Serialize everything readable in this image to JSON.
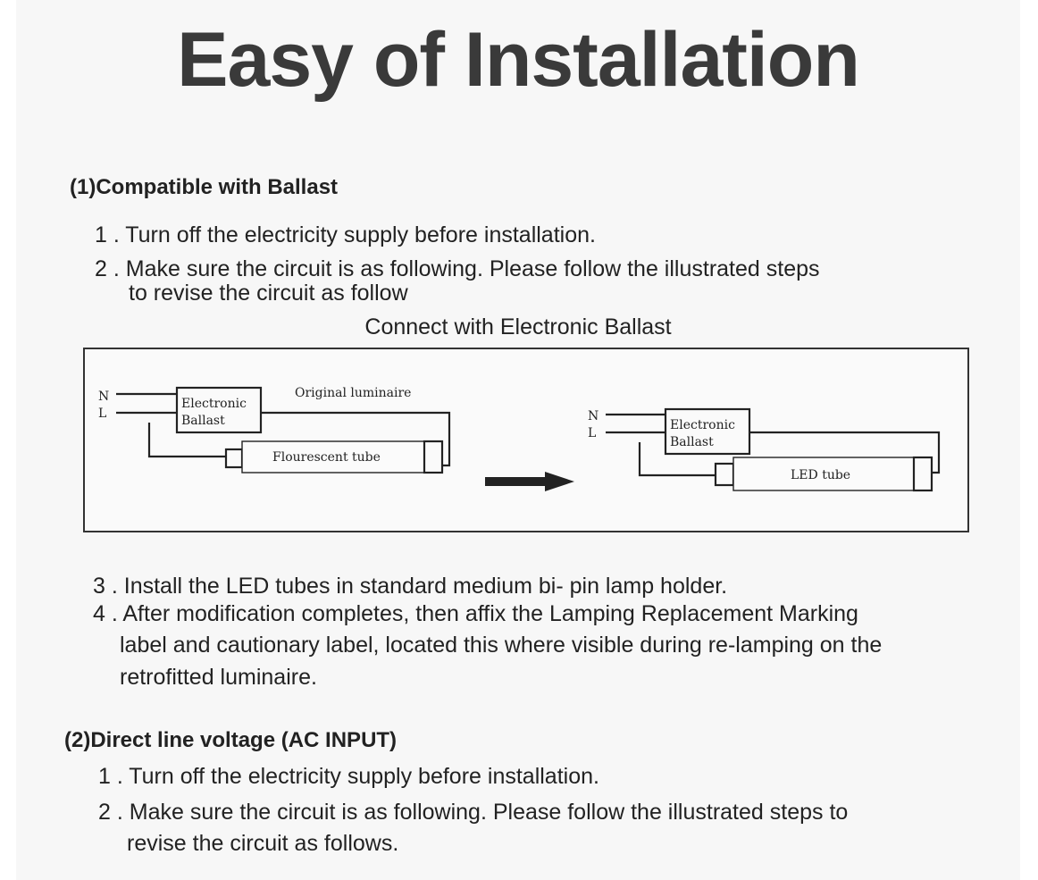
{
  "title": "Easy of Installation",
  "section1": {
    "heading": "(1)Compatible with Ballast",
    "steps": [
      {
        "num": "1 .",
        "text": "Turn off  the electricity supply before installation."
      },
      {
        "num": "2 .",
        "line1": "Make sure the circuit is as following.  Please follow the illustrated steps",
        "line2": "to revise the  circuit as follow"
      }
    ],
    "diagram_title": "Connect with Electronic Ballast",
    "diagram": {
      "before": {
        "n_label": "N",
        "l_label": "L",
        "ballast_line1": "Electronic",
        "ballast_line2": "Ballast",
        "luminaire_label": "Original luminaire",
        "tube_label": "Flourescent  tube"
      },
      "after": {
        "n_label": "N",
        "l_label": "L",
        "ballast_line1": "Electronic",
        "ballast_line2": "Ballast",
        "tube_label": "LED  tube"
      }
    },
    "steps_after": [
      {
        "num": "3 .",
        "text": "Install the LED tubes in standard medium bi- pin lamp holder."
      },
      {
        "num": "4 .",
        "line1": "After modification completes, then affix the Lamping Replacement Marking",
        "line2": "label and cautionary label, located this where visible during re-lamping on the",
        "line3": "retrofitted luminaire."
      }
    ]
  },
  "section2": {
    "heading": "(2)Direct line voltage (AC INPUT)",
    "steps": [
      {
        "num": "1 .",
        "text": "Turn off the electricity supply before installation."
      },
      {
        "num": "2 .",
        "line1": "Make sure the circuit is as following.  Please follow the illustrated steps to",
        "line2": "revise the circuit as follows."
      }
    ]
  },
  "colors": {
    "background": "#f7f7f7",
    "title": "#3a3a3a",
    "text": "#222222"
  }
}
